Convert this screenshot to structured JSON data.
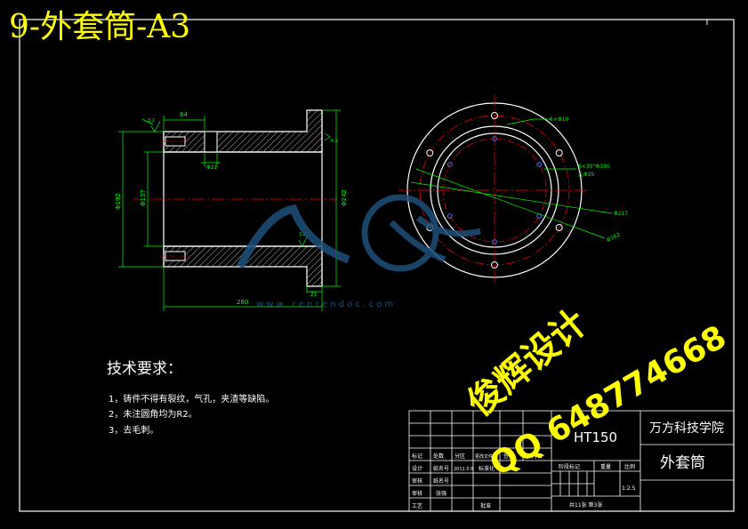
{
  "sheet": {
    "title": "9-外套筒-A3"
  },
  "colors": {
    "background": "#000000",
    "frame": "#ffffff",
    "section": "#ffffff",
    "hatch": "#ffffff",
    "centerline": "#ff0000",
    "dimension": "#00ff00",
    "title": "#ffff00",
    "note": "#ffffff",
    "watermark_logo": "#1e4f7a"
  },
  "front_view": {
    "dimensions": {
      "flange_width": "84",
      "groove": "Φ21",
      "total_length": "280",
      "outer_dia": "Φ192",
      "bore_dia": "Φ137",
      "flange_dia": "Φ242",
      "bottom_small": "21"
    },
    "roughness": {
      "top": "3.2",
      "bottom": "3.2",
      "right": "6.3"
    }
  },
  "side_view": {
    "labels": {
      "holes": "6×Φ10",
      "holes_pattern": "6×30°Φ330",
      "holes_note": "孔Φ35",
      "pcd": "Φ217",
      "outer": "Φ162"
    }
  },
  "tech_req": {
    "title": "技术要求：",
    "items": [
      "1，铸件不得有裂纹，气孔，夹渣等缺陷。",
      "2，未注圆角均为R2。",
      "3，去毛刺。"
    ]
  },
  "title_block": {
    "material": "HT150",
    "school": "万方科技学院",
    "part_name": "外套筒",
    "scale": "1:2.5",
    "sheet_info": "共11张  第3张",
    "headers": [
      "标记",
      "处数",
      "分区",
      "更改文件号",
      "签名",
      "年月日"
    ],
    "rows": {
      "design": "设计",
      "designer_label": "纸名号",
      "date": "2011.5.8",
      "std": "标准化",
      "check": "审核",
      "check_name": "纸名号",
      "review": "审核",
      "reviewer": "张强",
      "process": "工艺",
      "approve": "批准",
      "stage_mark": "阶段标记",
      "weight": "重量",
      "ratio": "比例"
    }
  },
  "watermark": {
    "site": "w w w . r e n r e n d o c . c o m",
    "designer": "俊辉设计",
    "qq": "QQ 648774668",
    "logo_text": "人人文库"
  }
}
